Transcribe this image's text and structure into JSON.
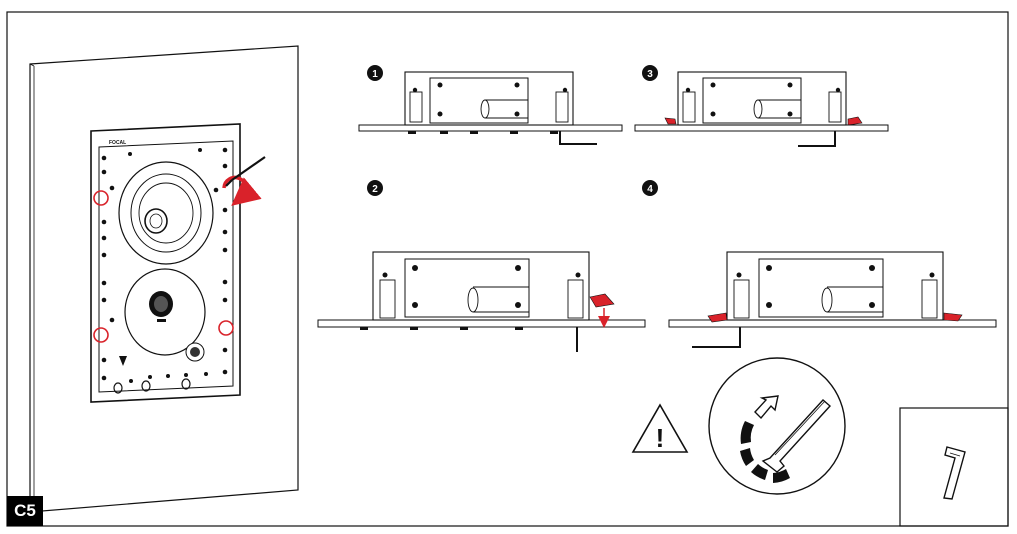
{
  "page": {
    "step_label": "C5",
    "brand": "FOCAL",
    "panel_numbers": [
      "1",
      "2",
      "3",
      "4"
    ],
    "warning_symbol": "!"
  },
  "icons": {
    "warning": "warning-triangle-icon",
    "rotate": "clockwise-rotate-icon",
    "tool": "hex-key-icon",
    "push": "push-arrow-icon"
  },
  "colors": {
    "line": "#111111",
    "accent": "#d9222a",
    "background": "#ffffff"
  }
}
